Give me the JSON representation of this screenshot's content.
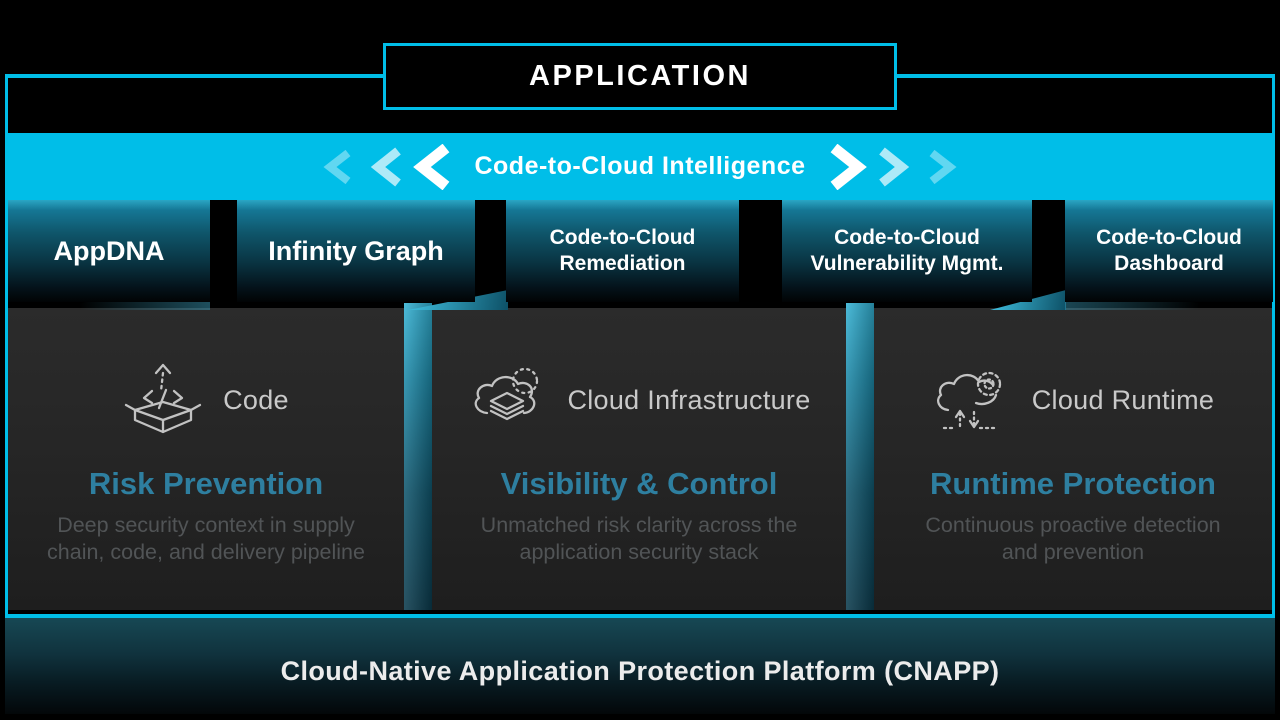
{
  "application_box": {
    "label": "APPLICATION"
  },
  "intelligence_banner": {
    "label": "Code-to-Cloud Intelligence",
    "left_icon": "chevrons-left-icon",
    "right_icon": "chevrons-right-icon"
  },
  "tabs": [
    {
      "label": "AppDNA"
    },
    {
      "label": "Infinity Graph"
    },
    {
      "label": "Code-to-Cloud Remediation"
    },
    {
      "label": "Code-to-Cloud Vulnerability Mgmt."
    },
    {
      "label": "Code-to-Cloud Dashboard"
    }
  ],
  "panels": [
    {
      "icon": "code-box-icon",
      "icon_label": "Code",
      "title": "Risk Prevention",
      "description": "Deep security context in supply chain, code, and delivery pipeline"
    },
    {
      "icon": "cloud-infrastructure-icon",
      "icon_label": "Cloud Infrastructure",
      "title": "Visibility & Control",
      "description": "Unmatched risk clarity across the application security stack"
    },
    {
      "icon": "cloud-runtime-icon",
      "icon_label": "Cloud Runtime",
      "title": "Runtime Protection",
      "description": "Continuous proactive detection and prevention"
    }
  ],
  "footer": {
    "label": "Cloud-Native Application Protection Platform (CNAPP)"
  },
  "colors": {
    "accent_cyan": "#00BEE8",
    "panel_title_teal": "#2E7FA0",
    "icon_stroke_gray": "#C2C2C2",
    "description_gray": "#515456",
    "panel_background": "#262626"
  }
}
